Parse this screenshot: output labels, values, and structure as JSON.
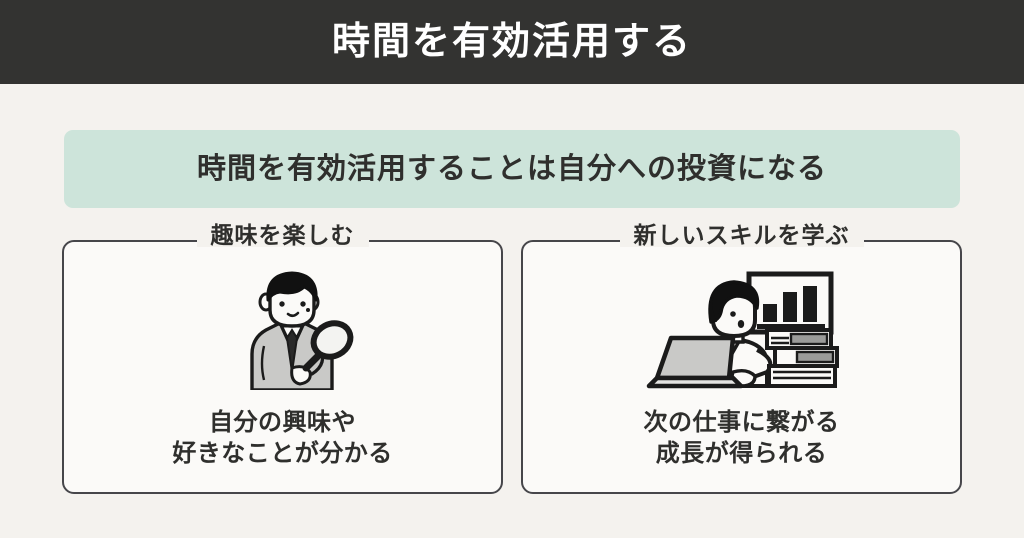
{
  "header": {
    "title": "時間を有効活用する"
  },
  "banner": {
    "text": "時間を有効活用することは自分への投資になる",
    "background_color": "#cde4da"
  },
  "theme": {
    "page_background": "#f4f2ee",
    "header_background": "#333331",
    "header_text_color": "#ffffff",
    "text_color": "#2f2f2d",
    "card_background": "#fbfaf8",
    "card_border_color": "#46464a"
  },
  "cards": [
    {
      "title": "趣味を楽しむ",
      "illustration": "man-with-magnifying-glass-illustration",
      "caption_line1": "自分の興味や",
      "caption_line2": "好きなことが分かる"
    },
    {
      "title": "新しいスキルを学ぶ",
      "illustration": "person-studying-at-laptop-illustration",
      "caption_line1": "次の仕事に繋がる",
      "caption_line2": "成長が得られる"
    }
  ]
}
